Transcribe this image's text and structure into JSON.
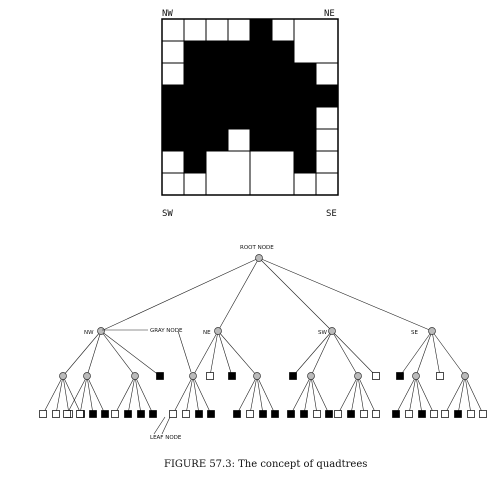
{
  "labels": {
    "nw": "NW",
    "ne": "NE",
    "sw": "SW",
    "se": "SE",
    "root_node": "ROOT NODE",
    "gray_node": "GRAY NODE",
    "leaf_node": "LEAF NODE",
    "tree_nw": "NW",
    "tree_ne": "NE",
    "tree_sw": "SW",
    "tree_se": "SE"
  },
  "caption": "FIGURE 57.3: The concept of quadtrees",
  "image": {
    "grid": [
      [
        0,
        0,
        0,
        0,
        1,
        0,
        0,
        0
      ],
      [
        0,
        1,
        1,
        1,
        1,
        1,
        0,
        0
      ],
      [
        0,
        1,
        1,
        1,
        1,
        1,
        1,
        0
      ],
      [
        1,
        1,
        1,
        1,
        1,
        1,
        1,
        1
      ],
      [
        1,
        1,
        1,
        1,
        1,
        1,
        1,
        0
      ],
      [
        1,
        1,
        1,
        0,
        1,
        1,
        1,
        0
      ],
      [
        0,
        1,
        0,
        0,
        0,
        0,
        1,
        0
      ],
      [
        0,
        0,
        0,
        0,
        0,
        0,
        0,
        0
      ]
    ],
    "merged_blocks": [
      {
        "row": 0,
        "col": 6,
        "size": 2,
        "value": 0
      },
      {
        "row": 6,
        "col": 2,
        "size": 2,
        "value": 0
      },
      {
        "row": 6,
        "col": 4,
        "size": 2,
        "value": 0
      }
    ]
  },
  "tree": {
    "root": {
      "children": [
        {
          "type": "gray",
          "children": [
            {
              "type": "gray",
              "children": [
                "white",
                "white",
                "white",
                "black"
              ]
            },
            {
              "type": "gray",
              "children": [
                "white",
                "white",
                "black",
                "black"
              ]
            },
            {
              "type": "gray",
              "children": [
                "white",
                "black",
                "black",
                "black"
              ]
            },
            {
              "type": "black"
            }
          ]
        },
        {
          "type": "gray",
          "children": [
            {
              "type": "gray",
              "children": [
                "white",
                "white",
                "black",
                "black"
              ]
            },
            {
              "type": "white"
            },
            {
              "type": "black"
            },
            {
              "type": "gray",
              "children": [
                "black",
                "white",
                "black",
                "black"
              ]
            }
          ]
        },
        {
          "type": "gray",
          "children": [
            {
              "type": "black"
            },
            {
              "type": "gray",
              "children": [
                "black",
                "black",
                "white",
                "black"
              ]
            },
            {
              "type": "gray",
              "children": [
                "white",
                "black",
                "white",
                "white"
              ]
            },
            {
              "type": "white"
            }
          ]
        },
        {
          "type": "gray",
          "children": [
            {
              "type": "black"
            },
            {
              "type": "gray",
              "children": [
                "black",
                "white",
                "black",
                "white"
              ]
            },
            {
              "type": "white"
            },
            {
              "type": "gray",
              "children": [
                "white",
                "black",
                "white",
                "white"
              ]
            }
          ]
        }
      ]
    }
  }
}
